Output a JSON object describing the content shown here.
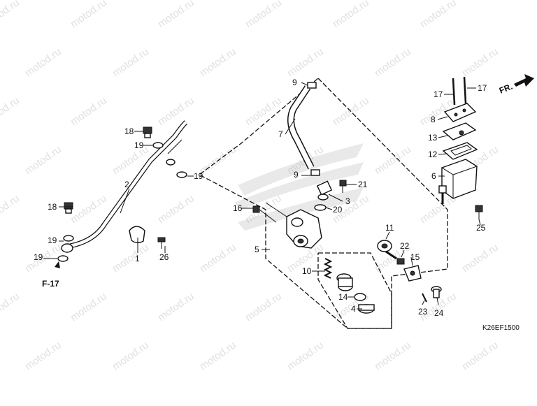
{
  "watermark": "motod.ru",
  "diagram_code": "K26EF1500",
  "direction_label": "FR.",
  "ref_label": "F-17",
  "callouts": {
    "c1": "1",
    "c2": "2",
    "c3": "3",
    "c4": "4",
    "c5": "5",
    "c6": "6",
    "c7": "7",
    "c8": "8",
    "c9a": "9",
    "c9b": "9",
    "c10": "10",
    "c11": "11",
    "c12": "12",
    "c13": "13",
    "c14": "14",
    "c15": "15",
    "c16": "16",
    "c17a": "17",
    "c17b": "17",
    "c18a": "18",
    "c18b": "18",
    "c19a": "19",
    "c19b": "19",
    "c19c": "19",
    "c19d": "19",
    "c20": "20",
    "c21": "21",
    "c22": "22",
    "c23": "23",
    "c24": "24",
    "c25": "25",
    "c26": "26"
  }
}
